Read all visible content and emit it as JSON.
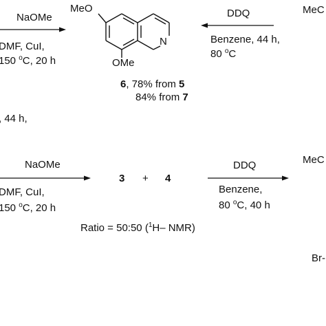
{
  "scheme_top": {
    "left_arrow": {
      "reagent_above": "NaOMe",
      "conditions_line1": "DMF, CuI,",
      "conditions_line2_prefix": "150 ",
      "conditions_line2_sup": "o",
      "conditions_line2_suffix": "C, 20 h"
    },
    "molecule": {
      "substituent_top": "MeO",
      "substituent_bottom": "OMe",
      "ring_atom": "N"
    },
    "compound_label": {
      "number_6": "6",
      "yield_6_text": ", 78% from ",
      "source_5": "5",
      "yield_7_text": "84% from ",
      "source_7": "7"
    },
    "right_arrow": {
      "reagent_above": "DDQ",
      "conditions_line1": "Benzene, 44 h,",
      "conditions_line2_prefix": "80 ",
      "conditions_line2_sup": "o",
      "conditions_line2_suffix": "C"
    },
    "cut_text_right": "MeC",
    "cut_text_left": ", 44 h,"
  },
  "scheme_bottom": {
    "left_arrow": {
      "reagent_above": "NaOMe",
      "conditions_line1": "DMF, CuI,",
      "conditions_line2_prefix": "150 ",
      "conditions_line2_sup": "o",
      "conditions_line2_suffix": "C, 20 h"
    },
    "products": {
      "compound_a": "3",
      "plus": "+",
      "compound_b": "4"
    },
    "right_arrow": {
      "reagent_above": "DDQ",
      "conditions_line1": "Benzene,",
      "conditions_line2_prefix": "80 ",
      "conditions_line2_sup": "o",
      "conditions_line2_suffix": "C, 40 h"
    },
    "ratio": {
      "prefix": "Ratio = 50:50 (",
      "sup": "1",
      "suffix": "H– NMR)"
    },
    "cut_text_right": "MeC",
    "cut_text_br": "Br-"
  }
}
